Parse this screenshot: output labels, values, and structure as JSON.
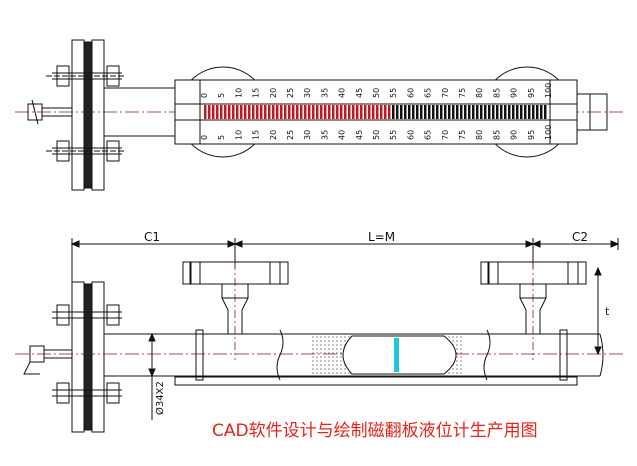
{
  "caption": "CAD软件设计与绘制磁翻板液位计生产用图",
  "dimensions": {
    "c1": "C1",
    "l_equals_m": "L=M",
    "c2": "C2",
    "diameter": "Ø34X2",
    "t_mark": "t"
  },
  "scale": {
    "ticks": [
      "0",
      "5",
      "10",
      "15",
      "20",
      "25",
      "30",
      "35",
      "40",
      "45",
      "50",
      "55",
      "60",
      "65",
      "70",
      "75",
      "80",
      "85",
      "90",
      "95",
      "100"
    ],
    "filled_fraction": 0.55,
    "fill_color": "#c8141e",
    "float_color": "#1ec8dc"
  }
}
